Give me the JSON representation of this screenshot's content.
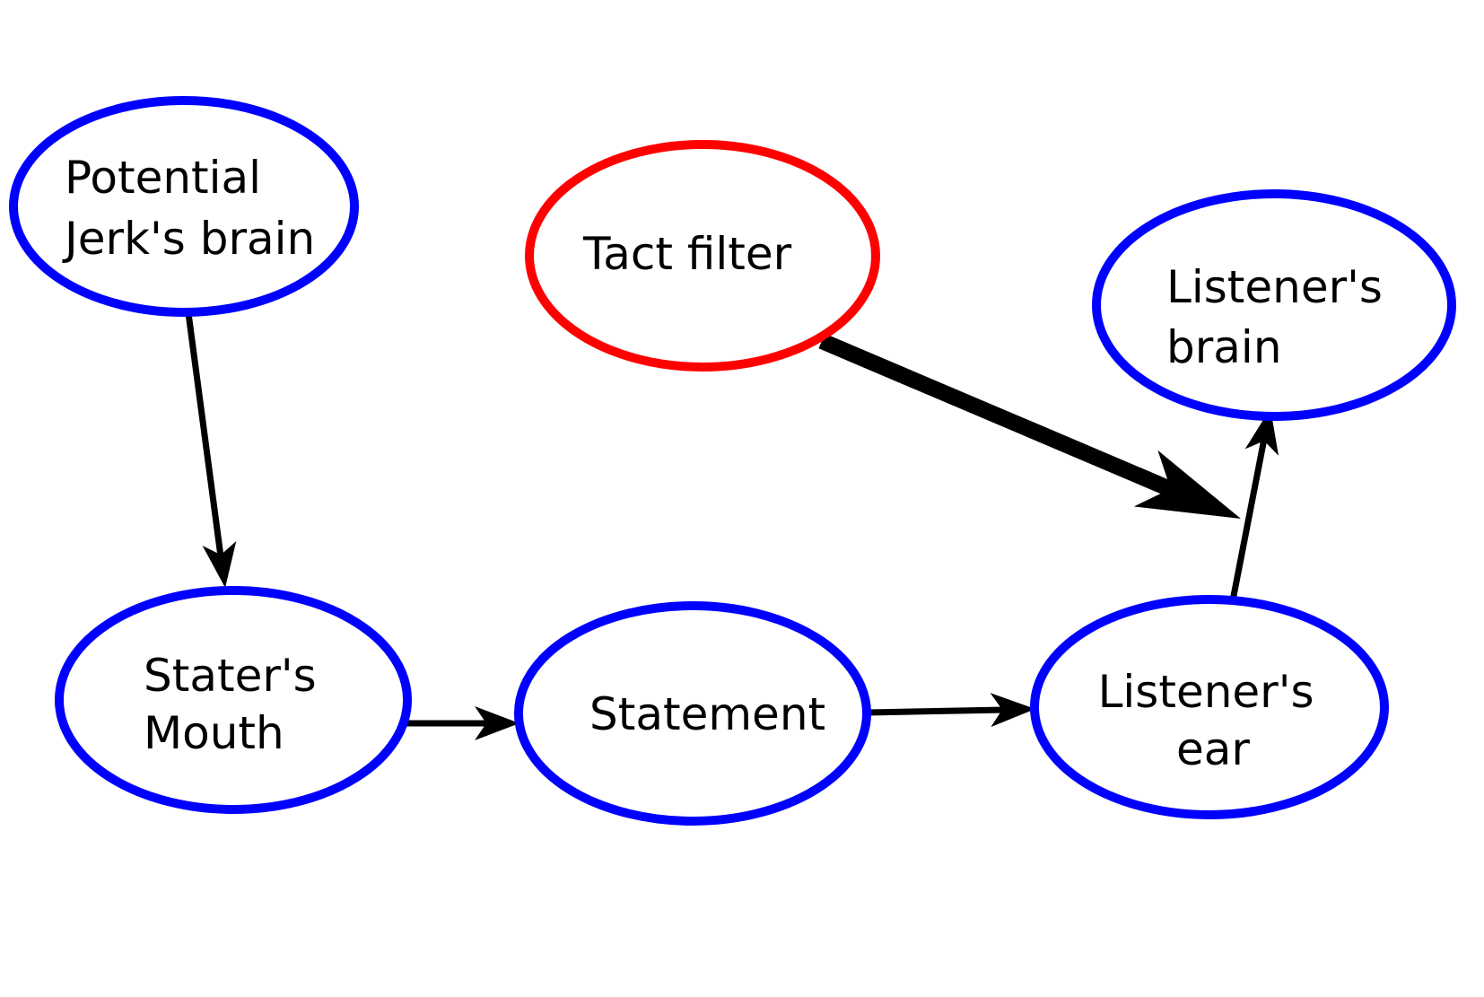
{
  "background": "#ffffff",
  "colors": {
    "node_blue": "#0000ff",
    "node_red": "#ff0000",
    "edge_black": "#000000",
    "text_black": "#000000"
  },
  "nodes": [
    {
      "id": "potential-jerks-brain",
      "lines": [
        "Potential",
        "Jerk's brain"
      ],
      "shape": "ellipse",
      "color": "#0000ff"
    },
    {
      "id": "tact-filter",
      "lines": [
        "Tact filter"
      ],
      "shape": "ellipse",
      "color": "#ff0000"
    },
    {
      "id": "listeners-brain",
      "lines": [
        "Listener's",
        "brain"
      ],
      "shape": "ellipse",
      "color": "#0000ff"
    },
    {
      "id": "staters-mouth",
      "lines": [
        "Stater's",
        "Mouth"
      ],
      "shape": "ellipse",
      "color": "#0000ff"
    },
    {
      "id": "statement",
      "lines": [
        "Statement"
      ],
      "shape": "ellipse",
      "color": "#0000ff"
    },
    {
      "id": "listeners-ear",
      "lines": [
        "Listener's",
        "ear"
      ],
      "shape": "ellipse",
      "color": "#0000ff"
    }
  ],
  "edges": [
    {
      "from": "potential-jerks-brain",
      "to": "staters-mouth",
      "style": "thin",
      "color": "#000000"
    },
    {
      "from": "staters-mouth",
      "to": "statement",
      "style": "thin",
      "color": "#000000"
    },
    {
      "from": "statement",
      "to": "listeners-ear",
      "style": "thin",
      "color": "#000000"
    },
    {
      "from": "listeners-ear",
      "to": "listeners-brain",
      "style": "thin",
      "color": "#000000"
    },
    {
      "from": "tact-filter",
      "to": "connection-listeners-ear-to-listeners-brain",
      "style": "thick",
      "color": "#000000"
    }
  ]
}
